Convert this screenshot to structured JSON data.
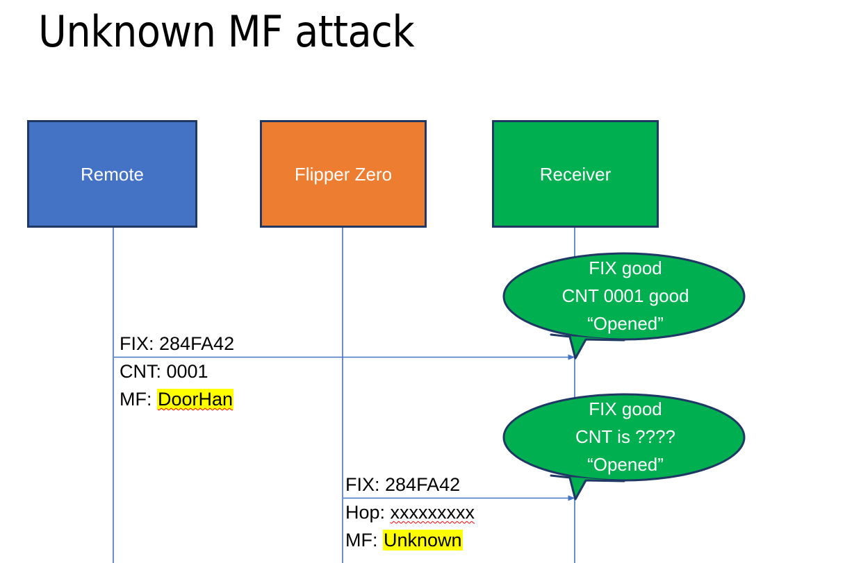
{
  "slide": {
    "title": "Unknown MF attack",
    "background_color": "#FFFFFF"
  },
  "colors": {
    "remote_fill": "#4472C4",
    "flipper_fill": "#ED7D31",
    "receiver_fill": "#00B050",
    "box_border": "#1F3864",
    "lifeline": "#4472C4",
    "arrow": "#4472C4",
    "highlight": "#FFFF00",
    "bubble_fill": "#00B050",
    "bubble_border": "#1F3864",
    "text_dark": "#000000",
    "text_light": "#FFFFFF"
  },
  "actors": [
    {
      "id": "remote",
      "label": "Remote",
      "fill": "#4472C4"
    },
    {
      "id": "flipper",
      "label": "Flipper Zero",
      "fill": "#ED7D31"
    },
    {
      "id": "receiver",
      "label": "Receiver",
      "fill": "#00B050"
    }
  ],
  "messages": [
    {
      "id": "remote-to-receiver",
      "from": "remote",
      "to": "receiver",
      "lines": [
        {
          "label": "FIX: ",
          "value": "284FA42",
          "highlight": false,
          "spellcheck_underline": false
        },
        {
          "label": "CNT: ",
          "value": "0001",
          "highlight": false,
          "spellcheck_underline": false
        },
        {
          "label": "MF: ",
          "value": "DoorHan",
          "highlight": true,
          "spellcheck_underline": true
        }
      ]
    },
    {
      "id": "flipper-to-receiver",
      "from": "flipper",
      "to": "receiver",
      "lines": [
        {
          "label": "FIX: ",
          "value": "284FA42",
          "highlight": false,
          "spellcheck_underline": false
        },
        {
          "label": "Hop: ",
          "value": "xxxxxxxxx",
          "highlight": false,
          "spellcheck_underline": true
        },
        {
          "label": "MF: ",
          "value": "Unknown",
          "highlight": true,
          "spellcheck_underline": false
        }
      ]
    }
  ],
  "callouts": [
    {
      "id": "callout-first",
      "lines": [
        "FIX good",
        "CNT 0001 good",
        "“Opened”"
      ]
    },
    {
      "id": "callout-second",
      "lines": [
        "FIX good",
        "CNT is ????",
        "“Opened”"
      ]
    }
  ]
}
